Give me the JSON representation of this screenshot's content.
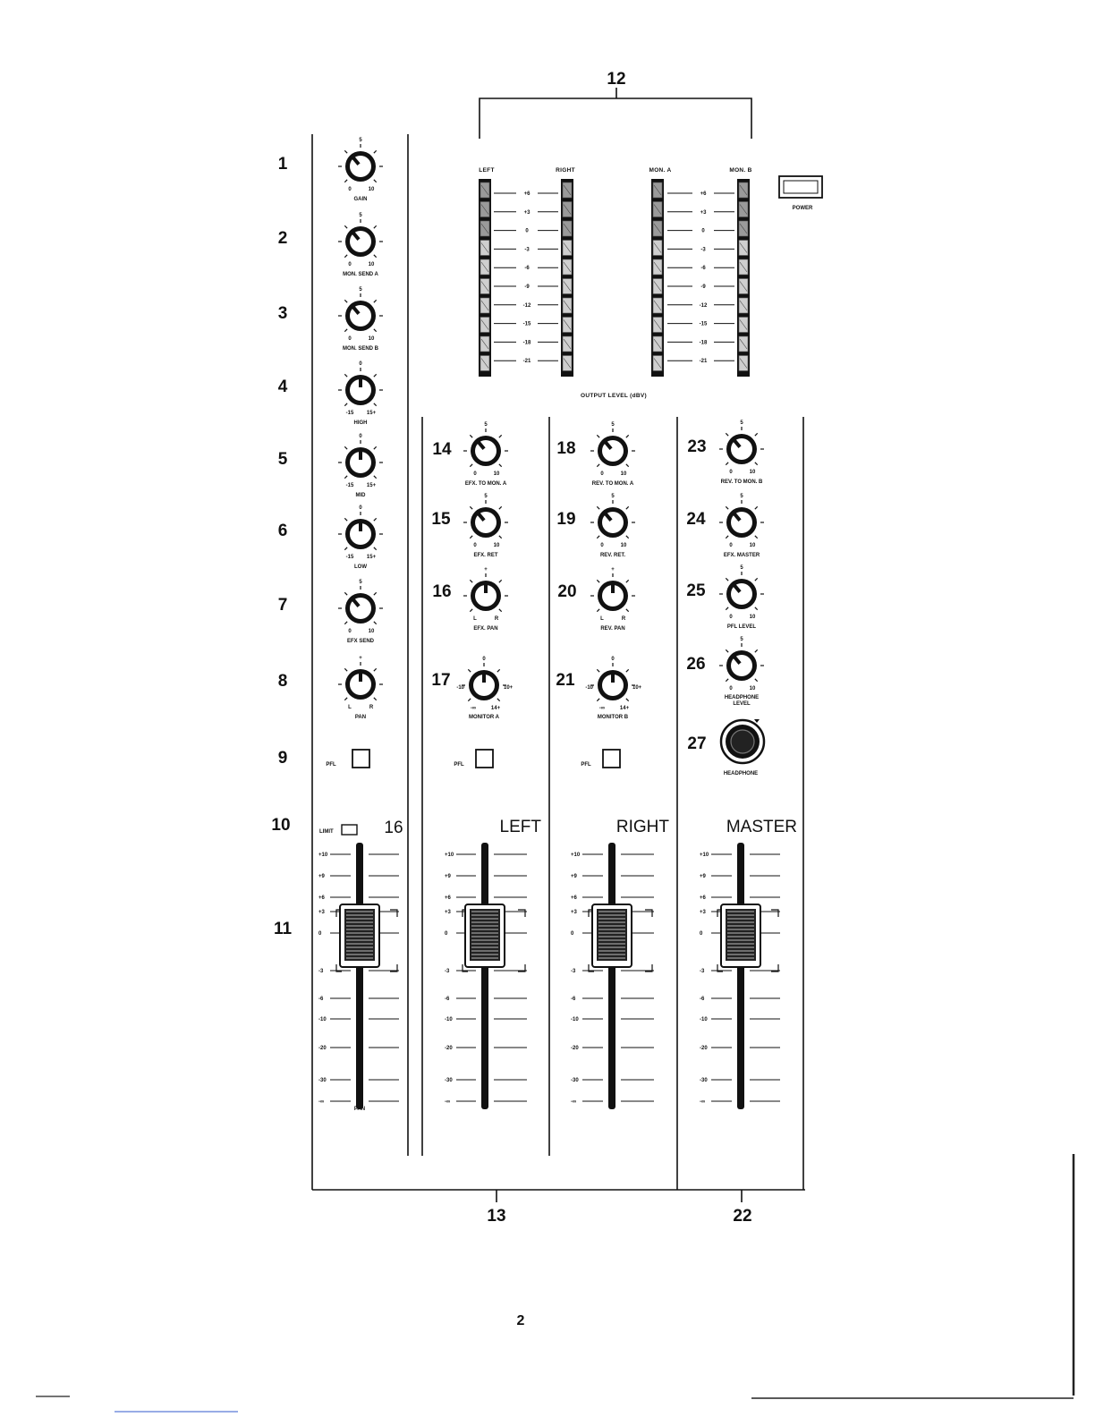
{
  "page_number": "2",
  "callouts": {
    "input": [
      "1",
      "2",
      "3",
      "4",
      "5",
      "6",
      "7",
      "8",
      "9",
      "10",
      "11"
    ],
    "c12": "12",
    "c13": "13",
    "c22": "22",
    "c14": "14",
    "c15": "15",
    "c16": "16",
    "c17": "17",
    "c18": "18",
    "c19": "19",
    "c20": "20",
    "c21": "21",
    "c23": "23",
    "c24": "24",
    "c25": "25",
    "c26": "26",
    "c27": "27"
  },
  "meters": {
    "labels": [
      "LEFT",
      "RIGHT",
      "MON. A",
      "MON. B"
    ],
    "scale": [
      "+6",
      "+3",
      "0",
      "-3",
      "-6",
      "-9",
      "-12",
      "-15",
      "-18",
      "-21"
    ],
    "caption": "OUTPUT LEVEL (dBV)",
    "power_label": "POWER"
  },
  "input_strip": {
    "knobs": [
      {
        "label": "GAIN",
        "top": "5",
        "left": "0",
        "right": "10"
      },
      {
        "label": "MON. SEND A",
        "top": "5",
        "left": "0",
        "right": "10"
      },
      {
        "label": "MON. SEND B",
        "top": "5",
        "left": "0",
        "right": "10"
      },
      {
        "label": "HIGH",
        "top": "0",
        "left": "-15",
        "right": "15+"
      },
      {
        "label": "MID",
        "top": "0",
        "left": "-15",
        "right": "15+"
      },
      {
        "label": "LOW",
        "top": "0",
        "left": "-15",
        "right": "15+"
      },
      {
        "label": "EFX SEND",
        "top": "5",
        "left": "0",
        "right": "10"
      },
      {
        "label": "PAN",
        "top": "+",
        "left": "L",
        "right": "R"
      }
    ],
    "pfl_label": "PFL",
    "limit_label": "LIMIT",
    "channel_number": "16"
  },
  "left_strip": {
    "knobs": [
      {
        "label": "EFX. TO MON. A",
        "top": "5",
        "left": "0",
        "right": "10"
      },
      {
        "label": "EFX. RET",
        "top": "5",
        "left": "0",
        "right": "10"
      },
      {
        "label": "EFX. PAN",
        "top": "+",
        "left": "L",
        "right": "R"
      }
    ],
    "monitor": {
      "label": "MONITOR A",
      "top": "0",
      "left": "-10",
      "right": "10+",
      "bl": "-∞",
      "br": "14+"
    },
    "pfl_label": "PFL",
    "fader_title": "LEFT"
  },
  "right_strip": {
    "knobs": [
      {
        "label": "REV. TO MON. A",
        "top": "5",
        "left": "0",
        "right": "10"
      },
      {
        "label": "REV. RET.",
        "top": "5",
        "left": "0",
        "right": "10"
      },
      {
        "label": "REV. PAN",
        "top": "+",
        "left": "L",
        "right": "R"
      }
    ],
    "monitor": {
      "label": "MONITOR B",
      "top": "0",
      "left": "-10",
      "right": "10+",
      "bl": "-∞",
      "br": "14+"
    },
    "pfl_label": "PFL",
    "fader_title": "RIGHT"
  },
  "master_strip": {
    "knobs": [
      {
        "label": "REV. TO MON. B",
        "top": "5",
        "left": "0",
        "right": "10"
      },
      {
        "label": "EFX. MASTER",
        "top": "5",
        "left": "0",
        "right": "10"
      },
      {
        "label": "PFL LEVEL",
        "top": "5",
        "left": "0",
        "right": "10"
      },
      {
        "label": "HEADPHONE LEVEL",
        "top": "5",
        "left": "0",
        "right": "10"
      }
    ],
    "headphone_label": "HEADPHONE",
    "fader_title": "MASTER"
  },
  "fader_scale": [
    "+10",
    "+9",
    "+6",
    "+3",
    "0",
    "-3",
    "-6",
    "-10",
    "-20",
    "-30",
    "-∞"
  ]
}
